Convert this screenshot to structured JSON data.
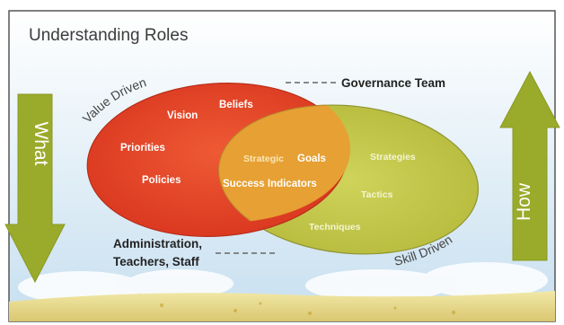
{
  "title": "Understanding Roles",
  "arrows": {
    "left_label": "What",
    "right_label": "How"
  },
  "ellipse_labels": {
    "red": "Value Driven",
    "green": "Skill Driven"
  },
  "callouts": {
    "top": "Governance Team",
    "bottom_line1": "Administration,",
    "bottom_line2": "Teachers, Staff"
  },
  "red_items": {
    "beliefs": "Beliefs",
    "vision": "Vision",
    "priorities": "Priorities",
    "policies": "Policies"
  },
  "overlap_items": {
    "strategic": "Strategic",
    "goals": "Goals",
    "success_indicators": "Success Indicators"
  },
  "green_items": {
    "strategies": "Strategies",
    "tactics": "Tactics",
    "techniques": "Techniques"
  },
  "colors": {
    "red": "#e8452a",
    "green": "#c2c64a",
    "overlap": "#e7a033",
    "arrow": "#9aaa2a",
    "sky": "#cfe4f2",
    "ground": "#e9dc8e"
  }
}
